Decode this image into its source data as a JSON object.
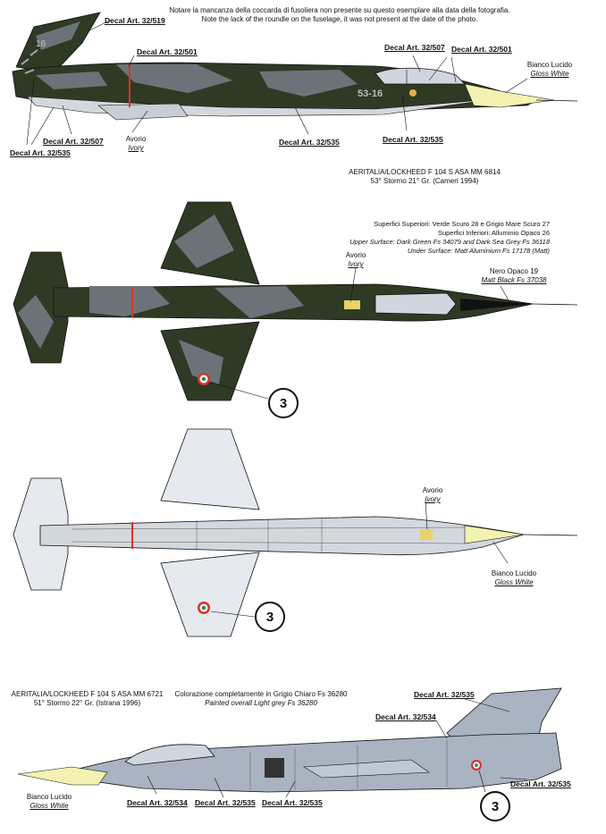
{
  "header": {
    "note_it": "Notare la mancanza della coccarda di fusoliera non presente su questo esemplare alla data della fotografia.",
    "note_en": "Note the lack of the roundle on the fuselage, it was not present at the date of the photo."
  },
  "side1": {
    "tail_code": "16",
    "fuselage_code": "53-16",
    "labels": {
      "d519": "Decal Art. 32/519",
      "d501a": "Decal Art. 32/501",
      "d507a": "Decal Art. 32/507",
      "d501b": "Decal Art. 32/501",
      "gloss_it": "Bianco Lucido",
      "gloss_en": "Gloss White",
      "d507b": "Decal Art. 32/507",
      "d535a": "Decal Art. 32/535",
      "ivory_it": "Avorio",
      "ivory_en": "Ivory",
      "d535b": "Decal Art. 32/535",
      "d535c": "Decal Art. 32/535"
    },
    "caption": {
      "line1": "AERITALIA/LOCKHEED F 104 S ASA MM 6814",
      "line2": "53° Stormo 21° Gr. (Cameri 1994)"
    }
  },
  "colors_info": {
    "line1": "Superfici Superiori: Verde Scuro 28 e Grigio Mare Scuro 27",
    "line2": "Superfici Inferiori: Alluminio Opaco 26",
    "line3": "Upper Surface: Dark Green Fs 34079 and Dark Sea Grey Fs 36118",
    "line4": "Under Surface: Matt Aluminium Fs 17178 (Matt)"
  },
  "top_view": {
    "ivory_it": "Avorio",
    "ivory_en": "Ivory",
    "nero_it": "Nero Opaco 19",
    "nero_en": "Matt Black Fs 37038",
    "callout": "3"
  },
  "bottom_view": {
    "ivory_it": "Avorio",
    "ivory_en": "Ivory",
    "gloss_it": "Bianco Lucido",
    "gloss_en": "Gloss White",
    "callout": "3"
  },
  "side2": {
    "caption": {
      "line1": "AERITALIA/LOCKHEED F 104 S ASA MM 6721",
      "line2": "51° Stormo 22° Gr. (Istrana 1996)"
    },
    "colour_it": "Colorazione completamente in Grigio Chiaro Fs 36280",
    "colour_en": "Painted overall Light grey Fs 36280",
    "labels": {
      "d535a": "Decal Art. 32/535",
      "d534a": "Decal Art. 32/534",
      "gloss_it": "Bianco Lucido",
      "gloss_en": "Gloss White",
      "d534b": "Decal Art. 32/534",
      "d535b": "Decal Art. 32/535",
      "d535c": "Decal Art. 32/535",
      "d535d": "Decal Art. 32/535"
    },
    "callout": "3"
  },
  "palette": {
    "dark_green": "#2f3a25",
    "dark_grey": "#6c7378",
    "aluminium": "#d3d8dd",
    "light_grey": "#a9b3c1",
    "white_nose": "#f4f2b0",
    "red": "#d9332b"
  }
}
